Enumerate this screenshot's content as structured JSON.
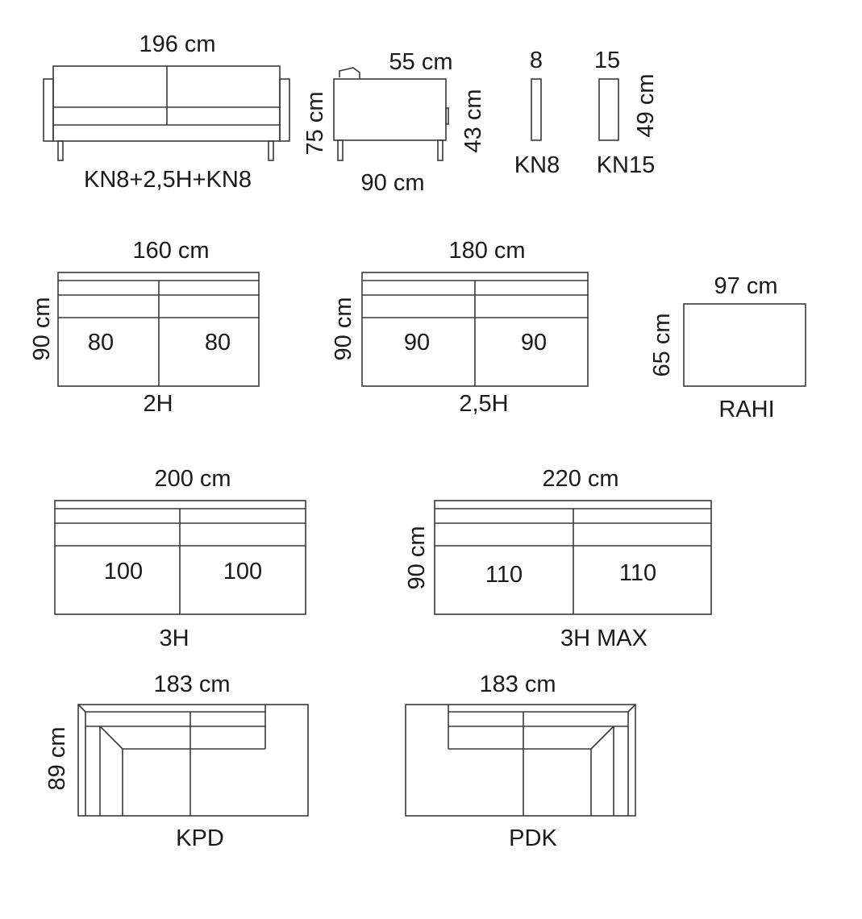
{
  "diagram": {
    "sofa_front": {
      "width": "196 cm",
      "name": "KN8+2,5H+KN8"
    },
    "sofa_side": {
      "depth_top": "55 cm",
      "height": "75 cm",
      "seat_height": "43 cm",
      "depth": "90 cm"
    },
    "armrests": {
      "kn8": {
        "width": "8",
        "name": "KN8"
      },
      "kn15": {
        "width": "15",
        "name": "KN15"
      },
      "height": "49 cm"
    },
    "modules": {
      "m2h": {
        "width": "160 cm",
        "depth": "90 cm",
        "seat_left": "80",
        "seat_right": "80",
        "name": "2H"
      },
      "m25h": {
        "width": "180 cm",
        "depth": "90 cm",
        "seat_left": "90",
        "seat_right": "90",
        "name": "2,5H"
      },
      "rahi": {
        "width": "97 cm",
        "depth": "65 cm",
        "name": "RAHI"
      },
      "m3h": {
        "width": "200 cm",
        "seat_left": "100",
        "seat_right": "100",
        "name": "3H"
      },
      "m3hmax": {
        "width": "220 cm",
        "depth": "90 cm",
        "seat_left": "110",
        "seat_right": "110",
        "name": "3H MAX"
      },
      "kpd": {
        "width": "183 cm",
        "depth": "89 cm",
        "name": "KPD"
      },
      "pdk": {
        "width": "183 cm",
        "name": "PDK"
      }
    }
  }
}
